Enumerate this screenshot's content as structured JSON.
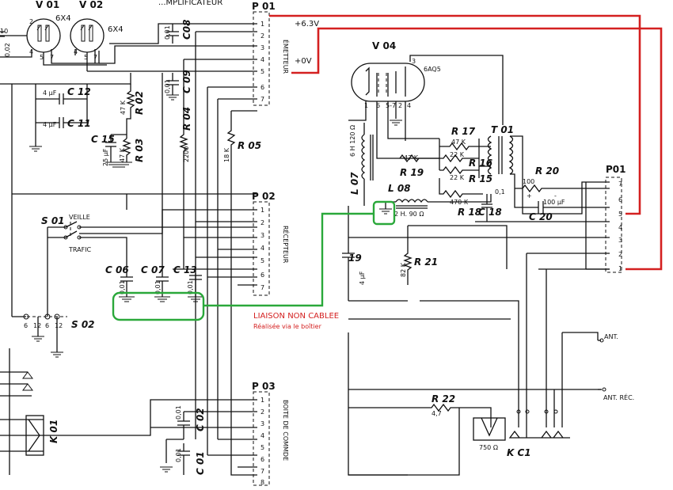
{
  "left_panel": {
    "title_fragment": "...MPLIFICATEUR",
    "tubes": [
      {
        "id": "V 01",
        "type": "6X4"
      },
      {
        "id": "V 02",
        "type": "6X4"
      }
    ],
    "connectors": {
      "p01": {
        "id": "P 01",
        "label": "ÉMETTEUR",
        "pins": [
          "1",
          "2",
          "3",
          "4",
          "5",
          "6",
          "7"
        ]
      },
      "p02": {
        "id": "P 02",
        "label": "RÉCEPTEUR",
        "pins": [
          "1",
          "2",
          "3",
          "4",
          "5",
          "6",
          "7"
        ]
      },
      "p03": {
        "id": "P 03",
        "label": "BOITE DE COMMDE",
        "pins": [
          "1",
          "2",
          "3",
          "4",
          "5",
          "6",
          "7",
          "8"
        ]
      }
    },
    "components": {
      "c08": {
        "ref": "C08",
        "value": "0,01"
      },
      "c09": {
        "ref": "C 09",
        "value": "0,01"
      },
      "c10": {
        "ref": "10",
        "value": "0,02"
      },
      "c12": {
        "ref": "C 12",
        "value": "4 μF"
      },
      "c11": {
        "ref": "C 11",
        "value": "4 μF"
      },
      "r02": {
        "ref": "R 02",
        "value": "47 K"
      },
      "c15": {
        "ref": "C 15",
        "value": "25 μF"
      },
      "r03": {
        "ref": "R 03",
        "value": "47 K"
      },
      "r04": {
        "ref": "R 04",
        "value": "2200"
      },
      "r05": {
        "ref": "R 05",
        "value": "18 K"
      },
      "c06": {
        "ref": "C 06",
        "value": "0,01"
      },
      "c07": {
        "ref": "C 07",
        "value": "0,01"
      },
      "c13": {
        "ref": "C 13",
        "value": "0,01"
      },
      "c02": {
        "ref": "C 02",
        "value": "0,01"
      },
      "c01": {
        "ref": "C 01",
        "value": "0,01"
      }
    },
    "switch_s01": {
      "ref": "S 01",
      "pos1": "VEILLE",
      "pos2": "TRAFIC"
    },
    "switch_s02": {
      "ref": "S 02",
      "pins": [
        "6",
        "12",
        "6",
        "12"
      ]
    },
    "relay": {
      "ref": "K 01"
    },
    "pin_nums": {
      "v01": [
        "2",
        "4",
        "5",
        "7"
      ],
      "v02": [
        "4",
        "5",
        "7"
      ]
    }
  },
  "right_panel": {
    "tube": {
      "id": "V 04",
      "type": "6AQ5",
      "pins": [
        "3",
        "1",
        "6",
        "5-7",
        "2",
        "4"
      ]
    },
    "components": {
      "r17": {
        "ref": "R 17",
        "value": "47 K"
      },
      "r16": {
        "ref": "R 16",
        "value": "22 K"
      },
      "r15": {
        "ref": "R 15",
        "value": "22 K"
      },
      "r19": {
        "ref": "R 19",
        "value": "47 K"
      },
      "r18": {
        "ref": "R 18",
        "value": "470 K"
      },
      "t01": {
        "ref": "T 01"
      },
      "l07": {
        "ref": "L 07",
        "value": "6 H 120 Ω"
      },
      "l08": {
        "ref": "L 08",
        "value": "2 H. 90 Ω"
      },
      "c18": {
        "ref": "C 18",
        "value": "0,1"
      },
      "r20": {
        "ref": "R 20",
        "value": "100"
      },
      "c20": {
        "ref": "C 20",
        "value": "100 μF"
      },
      "c19": {
        "ref": "19",
        "value": "4 μF"
      },
      "r21": {
        "ref": "R 21",
        "value": "82 K"
      },
      "r22": {
        "ref": "R 22",
        "value": "4,7"
      },
      "resistor_750": {
        "value": "750 Ω"
      },
      "kc1": {
        "ref": "K C1"
      }
    },
    "connector_p01": {
      "id": "P01",
      "pins": [
        "7",
        "6",
        "5",
        "4",
        "3",
        "2",
        "1"
      ]
    },
    "terminals": {
      "ant": "ANT.",
      "ant_rec": "ANT. RÉC."
    }
  },
  "annotations": {
    "v63": "+6.3V",
    "v0": "+0V",
    "liaison_title": "LIAISON NON CABLEE",
    "liaison_sub": "Réalisée via le boîtier",
    "colors": {
      "red": "#d42020",
      "green": "#2aa83a"
    }
  }
}
